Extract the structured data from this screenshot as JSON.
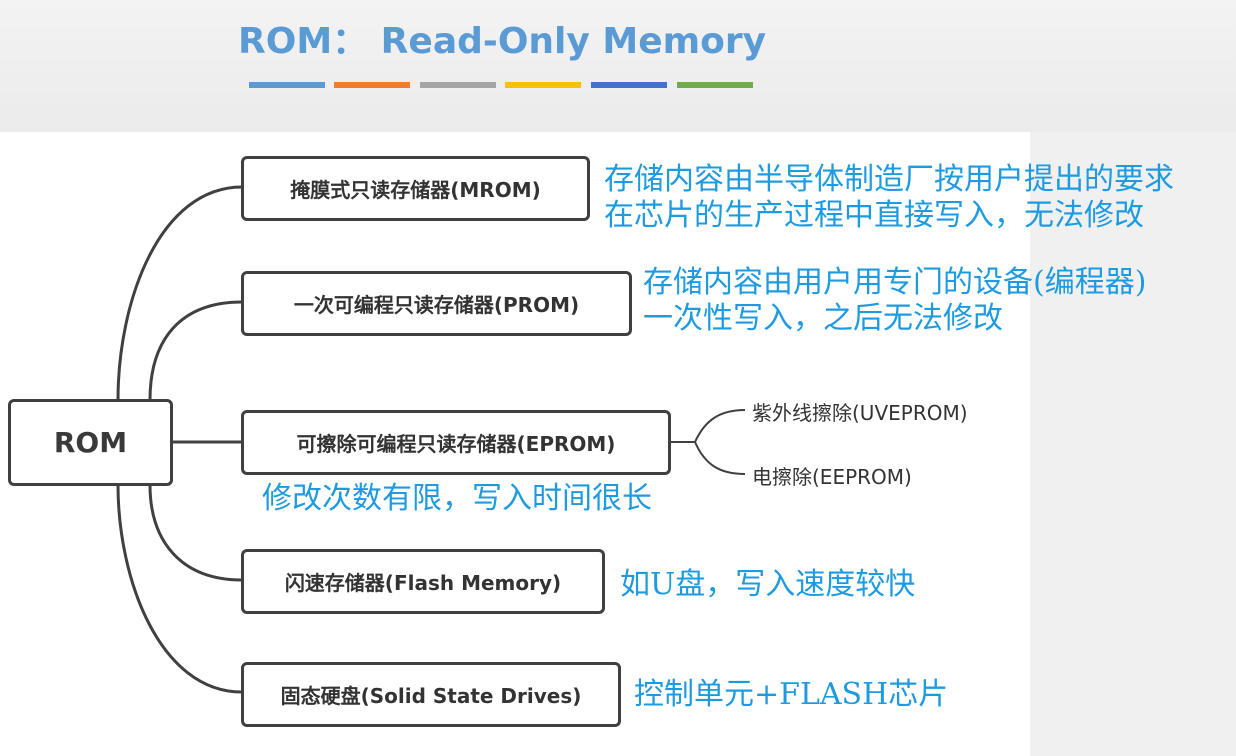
{
  "title": "ROM： Read-Only Memory",
  "colors": {
    "title": "#5b9bd5",
    "bars": [
      "#5b9bd5",
      "#ed7d31",
      "#a5a5a5",
      "#ffc000",
      "#4472c4",
      "#70ad47"
    ],
    "note_text": "#1e9be0",
    "node_border": "#404040"
  },
  "root": {
    "label": "ROM"
  },
  "branches": [
    {
      "label": "掩膜式只读存储器(MROM)",
      "note_lines": [
        "存储内容由半导体制造厂按用户提出的要求",
        "在芯片的生产过程中直接写入，无法修改"
      ]
    },
    {
      "label": "一次可编程只读存储器(PROM)",
      "note_lines": [
        "存储内容由用户用专门的设备(编程器)",
        "一次性写入，之后无法修改"
      ]
    },
    {
      "label": "可擦除可编程只读存储器(EPROM)",
      "note_lines": [
        "修改次数有限，写入时间很长"
      ],
      "children": [
        "紫外线擦除(UVEPROM)",
        "电擦除(EEPROM)"
      ]
    },
    {
      "label": "闪速存储器(Flash Memory)",
      "note_lines": [
        "如U盘，写入速度较快"
      ]
    },
    {
      "label": "固态硬盘(Solid State Drives)",
      "note_lines": [
        "控制单元+FLASH芯片"
      ]
    }
  ]
}
